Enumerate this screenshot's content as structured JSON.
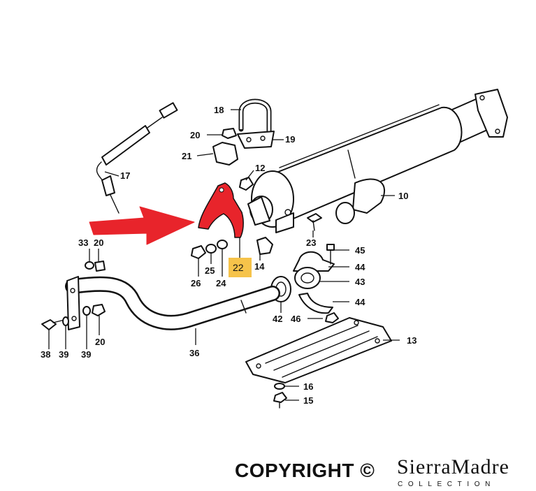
{
  "diagram": {
    "labels": {
      "p10": "10",
      "p12": "12",
      "p13": "13",
      "p14": "14",
      "p15": "15",
      "p16": "16",
      "p17": "17",
      "p18": "18",
      "p19": "19",
      "p20a": "20",
      "p20b": "20",
      "p20c": "20",
      "p21": "21",
      "p22": "22",
      "p23": "23",
      "p24": "24",
      "p25": "25",
      "p26": "26",
      "p33": "33",
      "p36": "36",
      "p38": "38",
      "p39a": "39",
      "p39b": "39",
      "p42": "42",
      "p43": "43",
      "p44a": "44",
      "p44b": "44",
      "p45": "45",
      "p46": "46"
    },
    "highlight_color": "#e8242b",
    "callout_fill": "#f6c34a"
  },
  "footer": {
    "copyright": "COPYRIGHT ©",
    "brand": "SierraMadre",
    "brand_sub": "COLLECTION"
  }
}
